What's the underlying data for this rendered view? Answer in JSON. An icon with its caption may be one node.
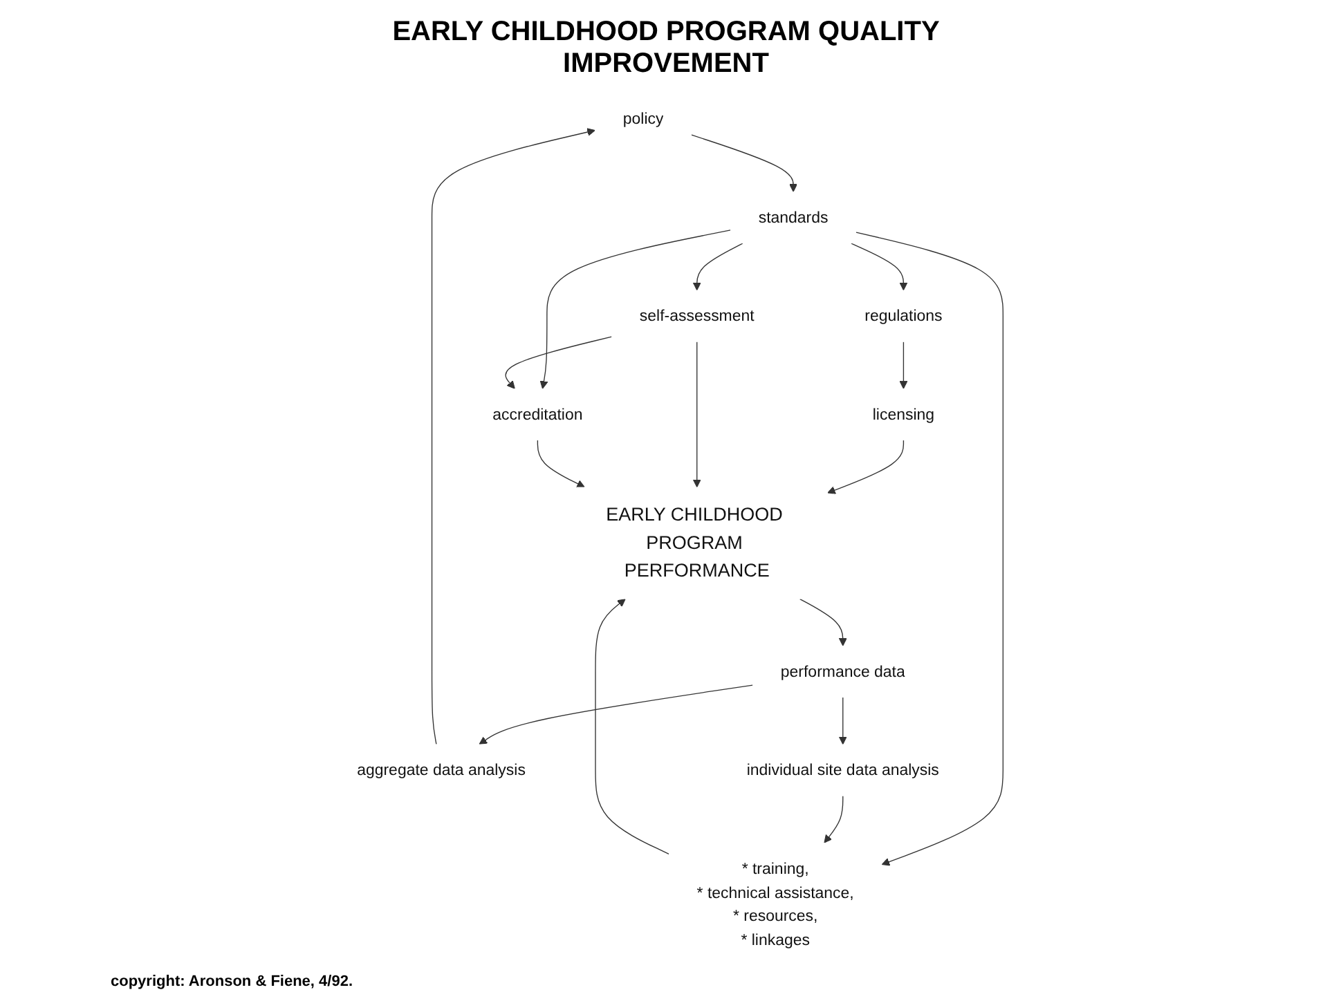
{
  "diagram": {
    "title": "EARLY CHILDHOOD PROGRAM QUALITY IMPROVEMENT",
    "nodes": [
      {
        "text": [
          "policy"
        ]
      },
      {
        "text": [
          "standards"
        ]
      },
      {
        "text": [
          "regulations"
        ]
      },
      {
        "text": [
          "licensing"
        ]
      },
      {
        "text": [
          "self-assessment"
        ]
      },
      {
        "text": [
          "accreditation"
        ]
      },
      {
        "text": [
          "EARLY CHILDHOOD PROGRAM PERFORMANCE"
        ]
      },
      {
        "text": [
          "performance data"
        ]
      },
      {
        "text": [
          "aggregate data analysis"
        ]
      },
      {
        "text": [
          "individual site data analysis"
        ]
      },
      {
        "text": [
          "* training,",
          "* technical assistance,",
          "* resources,",
          "* linkages"
        ]
      }
    ],
    "edges": [
      {
        "from": 0,
        "to": 1,
        "arrow": "to"
      },
      {
        "from": 1,
        "to": 2,
        "arrow": "to"
      },
      {
        "from": 1,
        "to": 4,
        "arrow": "to"
      },
      {
        "from": 1,
        "to": 5,
        "arrow": "to"
      },
      {
        "from": 1,
        "to": 10,
        "arrow": "to"
      },
      {
        "from": 2,
        "to": 3,
        "arrow": "to"
      },
      {
        "from": 4,
        "to": 5,
        "arrow": "to"
      },
      {
        "from": 3,
        "to": 6,
        "arrow": "to"
      },
      {
        "from": 4,
        "to": 6,
        "arrow": "to"
      },
      {
        "from": 5,
        "to": 6,
        "arrow": "to"
      },
      {
        "from": 6,
        "to": 7,
        "arrow": "to"
      },
      {
        "from": 7,
        "to": 8,
        "arrow": "to"
      },
      {
        "from": 7,
        "to": 9,
        "arrow": "to"
      },
      {
        "from": 9,
        "to": 10,
        "arrow": "to"
      },
      {
        "from": 8,
        "to": 0,
        "arrow": "to"
      },
      {
        "from": 10,
        "to": 6,
        "arrow": "to"
      }
    ],
    "labels": [
      "copyright: Aronson & Fiene, 4/92."
    ]
  }
}
